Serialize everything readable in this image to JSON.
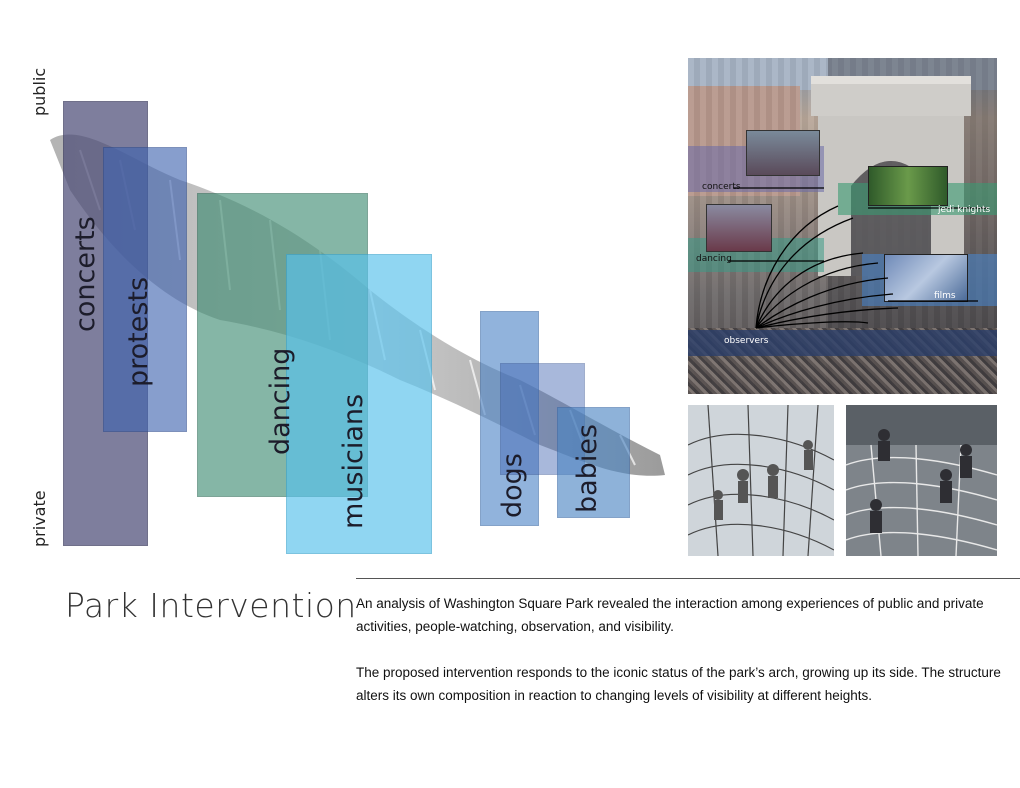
{
  "axis": {
    "top_label": "public",
    "bottom_label": "private"
  },
  "bars": [
    {
      "id": "concerts",
      "label": "concerts",
      "color": "#4d4d78"
    },
    {
      "id": "protests",
      "label": "protests",
      "color": "#3f63b0"
    },
    {
      "id": "dancing",
      "label": "dancing",
      "color": "#3b8a70"
    },
    {
      "id": "musicians",
      "label": "musicians",
      "color": "#57c1ec"
    },
    {
      "id": "dogs",
      "label": "dogs",
      "color": "#4f86c8"
    },
    {
      "id": "babies",
      "label": "babies",
      "color": "#4a84c2"
    }
  ],
  "photo_labels": {
    "concerts": "concerts",
    "jedi_knights": "jedi knights",
    "dancing": "dancing",
    "films": "films",
    "observers": "observers"
  },
  "title": "Park Intervention",
  "paragraphs": [
    "An analysis of Washington Square Park revealed the interaction among experiences of public and private activities, people-watching, observation, and visibility.",
    "The proposed intervention responds to the iconic status of the park’s arch, growing up its side. The structure alters its own composition in reaction to changing levels of visibility at different heights."
  ]
}
